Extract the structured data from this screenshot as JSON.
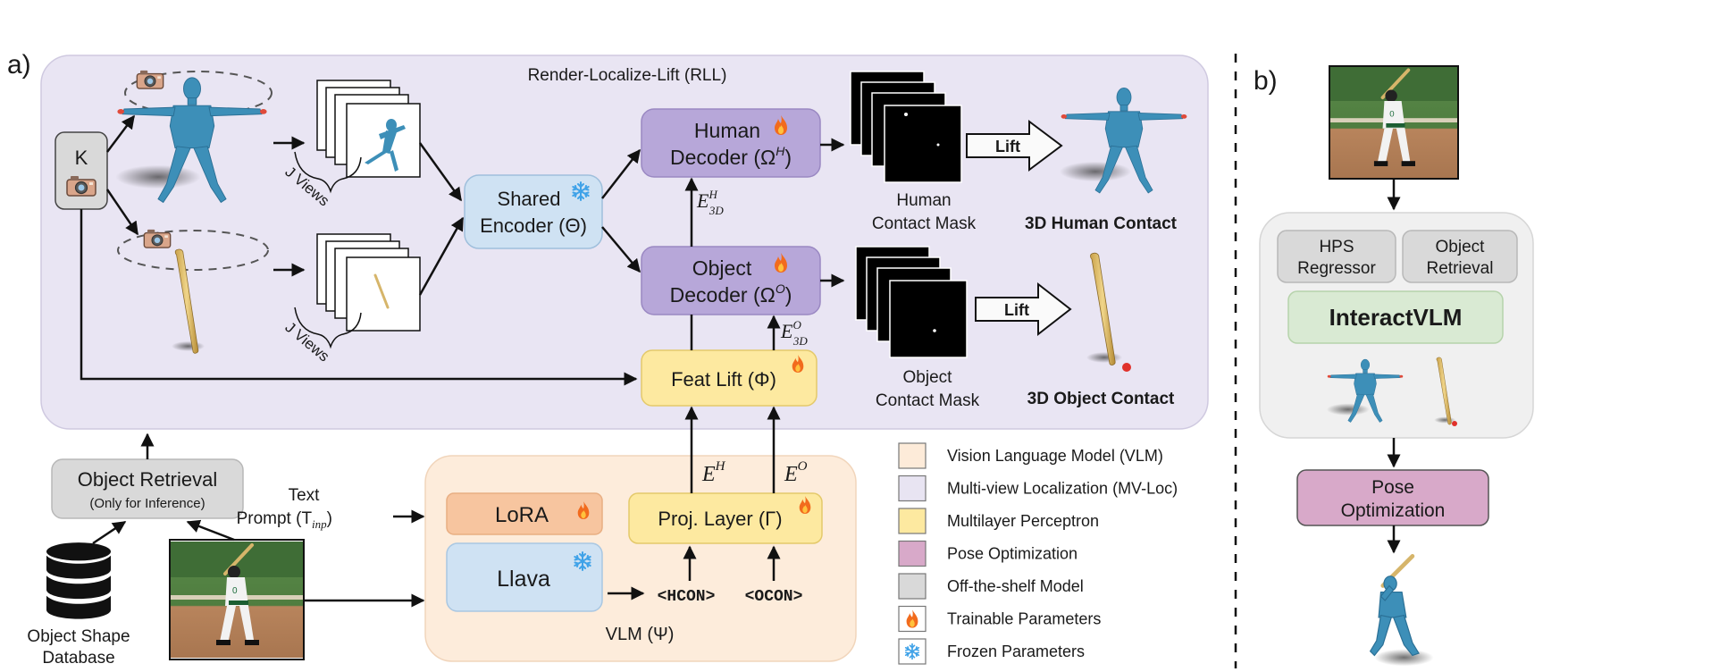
{
  "panels": {
    "a_label": "a)",
    "b_label": "b)"
  },
  "rll": {
    "title": "Render-Localize-Lift (RLL)"
  },
  "camera": {
    "label": "K"
  },
  "views": {
    "label_top": "J Views",
    "label_bottom": "J Views"
  },
  "encoder": {
    "line1": "Shared",
    "line2": "Encoder (Θ)"
  },
  "human_decoder": {
    "line1": "Human",
    "line2": "Decoder (Ω",
    "sup": "H",
    "close": ")"
  },
  "object_decoder": {
    "line1": "Object",
    "line2": "Decoder (Ω",
    "sup": "O",
    "close": ")"
  },
  "e3d_h": {
    "main": "E",
    "sub": "3D",
    "sup": "H"
  },
  "e3d_o": {
    "main": "E",
    "sub": "3D",
    "sup": "O"
  },
  "feat_lift": {
    "label": "Feat Lift (Φ)"
  },
  "human_mask": {
    "line1": "Human",
    "line2": "Contact Mask"
  },
  "object_mask": {
    "line1": "Object",
    "line2": "Contact Mask"
  },
  "lift_top": "Lift",
  "lift_bottom": "Lift",
  "human_contact": "3D Human Contact",
  "object_contact": "3D Object Contact",
  "object_retrieval": {
    "line1": "Object Retrieval",
    "line2": "(Only for Inference)"
  },
  "database": {
    "line1": "Object Shape",
    "line2": "Database"
  },
  "text_prompt": {
    "line1": "Text",
    "line2": "Prompt (T",
    "sub": "inp",
    "close": ")"
  },
  "vlm": {
    "lora": "LoRA",
    "llava": "Llava",
    "proj": "Proj. Layer (Γ)",
    "eh": {
      "main": "E",
      "sup": "H"
    },
    "eo": {
      "main": "E",
      "sup": "O"
    },
    "hcon": "<HCON>",
    "ocon": "<OCON>",
    "label": "VLM (Ψ)"
  },
  "legend": [
    {
      "label": "Vision Language Model (VLM)",
      "color": "#fdebd9"
    },
    {
      "label": "Multi-view Localization (MV-Loc)",
      "color": "#e8e4f2"
    },
    {
      "label": "Multilayer Perceptron",
      "color": "#fde9a0"
    },
    {
      "label": "Pose Optimization",
      "color": "#d8a9c9"
    },
    {
      "label": "Off-the-shelf Model",
      "color": "#d9d9d9"
    },
    {
      "label": "Trainable Parameters",
      "icon": "flame-icon"
    },
    {
      "label": "Frozen Parameters",
      "icon": "snowflake-icon"
    }
  ],
  "panel_b": {
    "hps": {
      "line1": "HPS",
      "line2": "Regressor"
    },
    "retrieval": {
      "line1": "Object",
      "line2": "Retrieval"
    },
    "interactvlm": "InteractVLM",
    "pose": {
      "line1": "Pose",
      "line2": "Optimization"
    }
  },
  "colors": {
    "rll_bg": "#e9e5f3",
    "vlm_bg": "#fdecdb",
    "decoder": "#b7a7d9",
    "encoder": "#cfe2f3",
    "mlp": "#fde9a0",
    "lora": "#f7c59f",
    "gray": "#d9d9d9",
    "pose": "#d8a9c9",
    "interactvlm": "#d9ead3",
    "body_blue": "#3d8fb8"
  }
}
